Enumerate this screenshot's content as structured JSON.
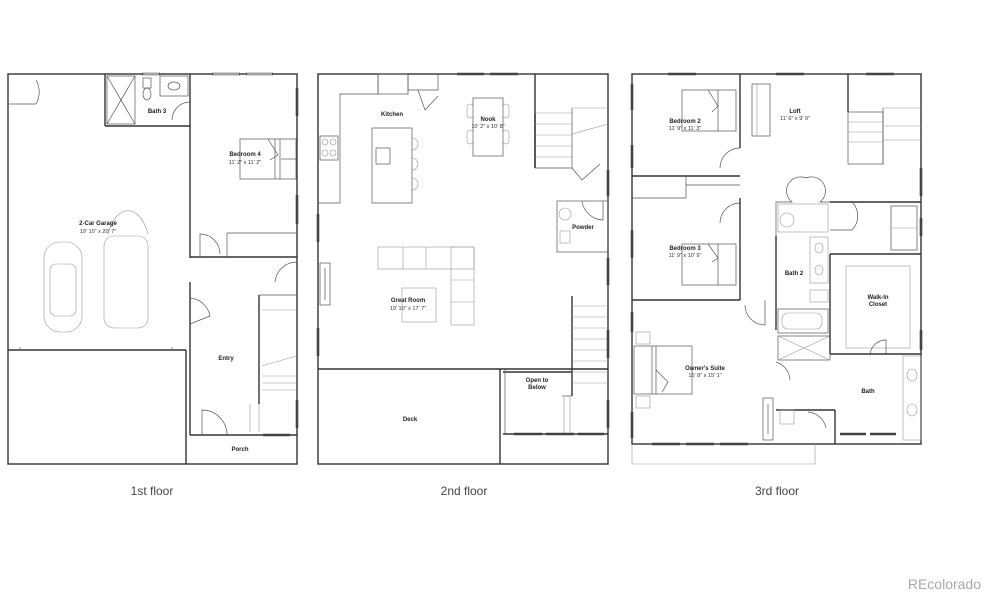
{
  "floors": [
    {
      "label": "1st floor",
      "rooms": [
        {
          "name": "Bath 3",
          "dim": ""
        },
        {
          "name": "Bedroom 4",
          "dim": "11' 2\" x 11' 2\""
        },
        {
          "name": "2-Car Garage",
          "dim": "19' 10\" x 20' 7\""
        },
        {
          "name": "Entry",
          "dim": ""
        },
        {
          "name": "Porch",
          "dim": ""
        }
      ]
    },
    {
      "label": "2nd floor",
      "rooms": [
        {
          "name": "Kitchen",
          "dim": ""
        },
        {
          "name": "Nook",
          "dim": "10' 2\" x 10' 8\""
        },
        {
          "name": "Powder",
          "dim": ""
        },
        {
          "name": "Great Room",
          "dim": "19' 10\" x 17' 7\""
        },
        {
          "name": "Open to",
          "dim": "Below"
        },
        {
          "name": "Deck",
          "dim": ""
        }
      ]
    },
    {
      "label": "3rd floor",
      "rooms": [
        {
          "name": "Bedroom 2",
          "dim": "11' 9\" x 11' 3\""
        },
        {
          "name": "Loft",
          "dim": "11' 6\" x 9' 9\""
        },
        {
          "name": "Bedroom 3",
          "dim": "11' 9\" x 10' 9\""
        },
        {
          "name": "Bath 2",
          "dim": ""
        },
        {
          "name": "Walk-In",
          "dim": "Closet"
        },
        {
          "name": "Owner's Suite",
          "dim": "15' 8\" x 15' 1\""
        },
        {
          "name": "Bath",
          "dim": ""
        }
      ]
    }
  ],
  "watermark": "REcolorado"
}
